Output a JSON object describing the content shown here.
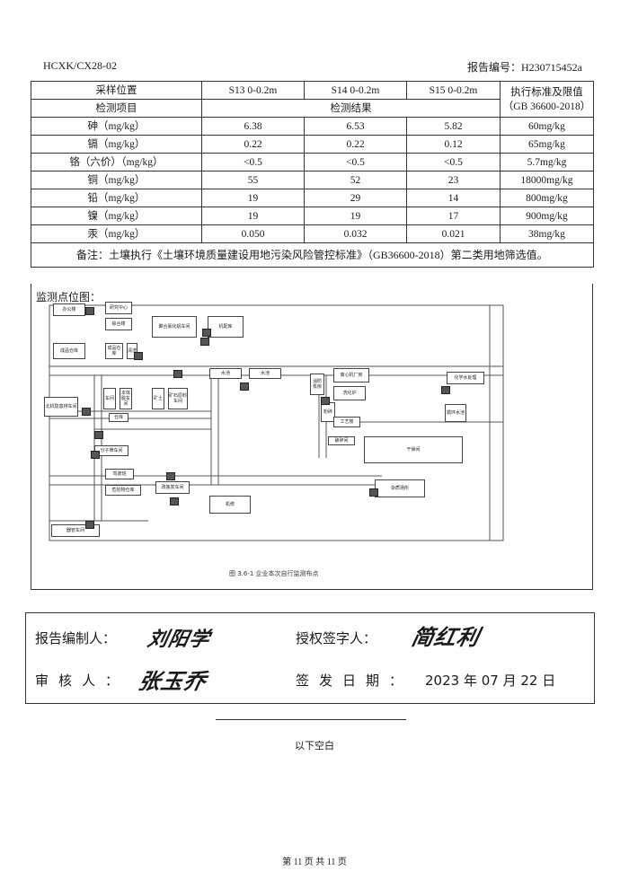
{
  "header": {
    "doc_code": "HCXK/CX28-02",
    "report_no": "报告编号：H230715452a"
  },
  "table": {
    "sampling_location_label": "采样位置",
    "detection_item_label": "检测项目",
    "results_label": "检测结果",
    "columns": [
      "S13 0-0.2m",
      "S14 0-0.2m",
      "S15 0-0.2m"
    ],
    "standard_header": "执行标准及限值",
    "standard_ref": "（GB 36600-2018）",
    "rows": [
      {
        "item": "砷（mg/kg）",
        "values": [
          "6.38",
          "6.53",
          "5.82"
        ],
        "limit": "60mg/kg"
      },
      {
        "item": "镉（mg/kg）",
        "values": [
          "0.22",
          "0.22",
          "0.12"
        ],
        "limit": "65mg/kg"
      },
      {
        "item": "铬（六价）（mg/kg）",
        "values": [
          "<0.5",
          "<0.5",
          "<0.5"
        ],
        "limit": "5.7mg/kg"
      },
      {
        "item": "铜（mg/kg）",
        "values": [
          "55",
          "52",
          "23"
        ],
        "limit": "18000mg/kg"
      },
      {
        "item": "铅（mg/kg）",
        "values": [
          "19",
          "29",
          "14"
        ],
        "limit": "800mg/kg"
      },
      {
        "item": "镍（mg/kg）",
        "values": [
          "19",
          "19",
          "17"
        ],
        "limit": "900mg/kg"
      },
      {
        "item": "汞（mg/kg）",
        "values": [
          "0.050",
          "0.032",
          "0.021"
        ],
        "limit": "38mg/kg"
      }
    ],
    "note": "备注：土壤执行《土壤环境质量建设用地污染风险管控标准》（GB36600-2018）第二类用地筛选值。"
  },
  "map": {
    "title": "监测点位图：",
    "caption": "图 3.6-1 企业本次自行监测布点",
    "buildings": {
      "b1": "办公楼",
      "b2": "研究中心",
      "b3": "综合楼",
      "b4": "聚合氯化铝车间",
      "b5": "机配库",
      "b6": "成品仓库",
      "b7": "成品仓库",
      "b8": "清洗",
      "b9": "水池",
      "b10": "水池",
      "b11": "消防泵房",
      "b12": "离心机厂房",
      "b13": "洗化炉",
      "b14": "化学水处理",
      "b15": "北机隐患排车间",
      "b16": "车间",
      "b17": "本体脱车间",
      "b18": "矿土",
      "b19": "矿石原料车间",
      "b20": "仓库",
      "b21": "粉碎",
      "b22": "工艺楼",
      "b23": "循环水池",
      "b24": "破碎间",
      "b25": "干燥间",
      "b26": "分子筛车间",
      "b27": "驾驶班",
      "b28": "危险物仓库",
      "b29": "改装发车间",
      "b30": "机修",
      "b31": "杂质场所",
      "b32": "器管车间"
    }
  },
  "signoff": {
    "compiler_label": "报告编制人：",
    "compiler_sig": "刘阳学",
    "authorized_label": "授权签字人：",
    "authorized_sig": "简红利",
    "reviewer_label": "审核人：",
    "reviewer_sig": "张玉乔",
    "date_label": "签发日期：",
    "date_value": "2023 年 07 月 22 日"
  },
  "end_note": "以下空白",
  "page": "第 11 页 共 11 页"
}
